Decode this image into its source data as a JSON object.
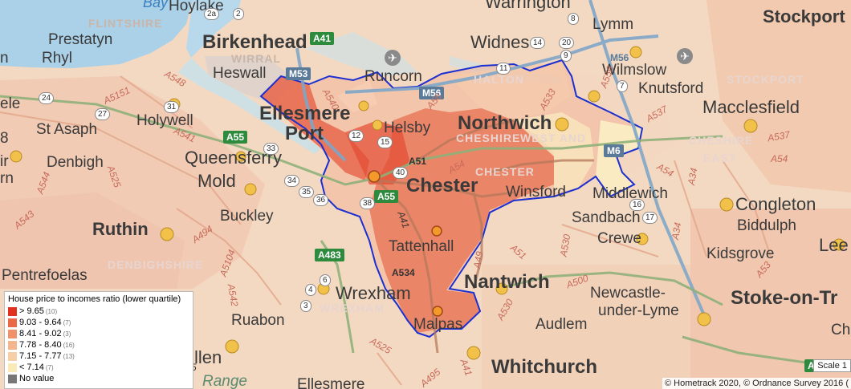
{
  "map": {
    "places": {
      "stockport": "Stockport",
      "prestatyn": "Prestatyn",
      "rhyl": "Rhyl",
      "birkenhead": "Birkenhead",
      "hoylake": "Hoylake",
      "warrington": "Warrington",
      "widnes": "Widnes",
      "lymm": "Lymm",
      "heswall": "Heswall",
      "runcorn": "Runcorn",
      "wilmslow": "Wilmslow",
      "knutsford": "Knutsford",
      "macclesfield": "Macclesfield",
      "ellesmere_port_1": "Ellesmere",
      "ellesmere_port_2": "Port",
      "holywell": "Holywell",
      "st_asaph": "St Asaph",
      "helsby": "Helsby",
      "northwich": "Northwich",
      "queensferry": "Queensferry",
      "denbigh": "Denbigh",
      "mold": "Mold",
      "chester": "Chester",
      "winsford": "Winsford",
      "middlewich": "Middlewich",
      "congleton": "Congleton",
      "buckley": "Buckley",
      "biddulph": "Biddulph",
      "ruthin": "Ruthin",
      "sandbach": "Sandbach",
      "crewe": "Crewe",
      "tattenhall": "Tattenhall",
      "kidsgrove": "Kidsgrove",
      "leek": "Lee",
      "pentrefoelas": "Pentrefoelas",
      "nantwich": "Nantwich",
      "wrexham": "Wrexham",
      "newcastle_1": "Newcastle-",
      "newcastle_2": "under-Lyme",
      "stoke": "Stoke-on-Tr",
      "ruabon": "Ruabon",
      "audlem": "Audlem",
      "malpas": "Malpas",
      "llangollen": "llen",
      "whitchurch": "Whitchurch",
      "ellesmere": "Ellesmere",
      "range": "Range",
      "ch": "Ch",
      "bay": "Bay"
    },
    "counties": {
      "flintshire": "FLINTSHIRE",
      "wirral": "WIRRAL",
      "halton": "HALTON",
      "stockport": "STOCKPORT",
      "cheshire_west_1": "CHESHIRE",
      "cheshire_west_2": "WEST AND",
      "cheshire_west_3": "CHESTER",
      "cheshire_east_1": "CHESHIRE",
      "cheshire_east_2": "EAST",
      "denbighshire": "DENBIGHSHIRE",
      "wrexham": "WREXHAM"
    },
    "roads": {
      "a41_top": "A41",
      "m53": "M53",
      "m56_a": "M56",
      "m56_b": "M56",
      "m6": "M6",
      "a55_a": "A55",
      "a55_b": "A55",
      "a483": "A483",
      "a50": "A50",
      "a548": "A548",
      "a5151": "A5151",
      "a541": "A541",
      "a525": "A525",
      "a544": "A544",
      "a543": "A543",
      "a494": "A494",
      "a5104": "A5104",
      "a540": "A540",
      "a56": "A56",
      "a533": "A533",
      "a556": "A556",
      "a537": "A537",
      "a537b": "A537",
      "a54": "A54",
      "a54b": "A54",
      "a54c": "A54",
      "a34": "A34",
      "a34b": "A34",
      "a51": "A51",
      "a51b": "A51",
      "a41": "A41",
      "a49": "A49",
      "a530": "A530",
      "a534": "A534",
      "a500": "A500",
      "a53": "A53",
      "a5": "A5",
      "a41b": "A41",
      "a495": "A495",
      "a525b": "A525",
      "a542": "A542",
      "a539": "A530"
    },
    "junctions": [
      "2a",
      "2",
      "20",
      "14",
      "11",
      "9",
      "8",
      "7",
      "31",
      "27",
      "24",
      "33",
      "34",
      "35",
      "36",
      "38",
      "40",
      "15",
      "16",
      "17",
      "12",
      "4",
      "3",
      "6"
    ]
  },
  "legend": {
    "title": "House price to incomes ratio (lower quartile)",
    "items": [
      {
        "label": "> 9.65",
        "count": "(10)",
        "color": "#e0321e"
      },
      {
        "label": "9.03 - 9.64",
        "count": "(7)",
        "color": "#ea6a48"
      },
      {
        "label": "8.41 - 9.02",
        "count": "(3)",
        "color": "#f0916a"
      },
      {
        "label": "7.78 - 8.40",
        "count": "(16)",
        "color": "#f4b48c"
      },
      {
        "label": "7.15 - 7.77",
        "count": "(13)",
        "color": "#f7cfa6"
      },
      {
        "label": "< 7.14",
        "count": "(7)",
        "color": "#faeab8"
      },
      {
        "label": "No value",
        "count": "",
        "color": "#777777"
      }
    ]
  },
  "scale": {
    "label": "Scale 1"
  },
  "credit": {
    "text": "© Hometrack 2020, © Ordnance Survey 2016 ("
  }
}
